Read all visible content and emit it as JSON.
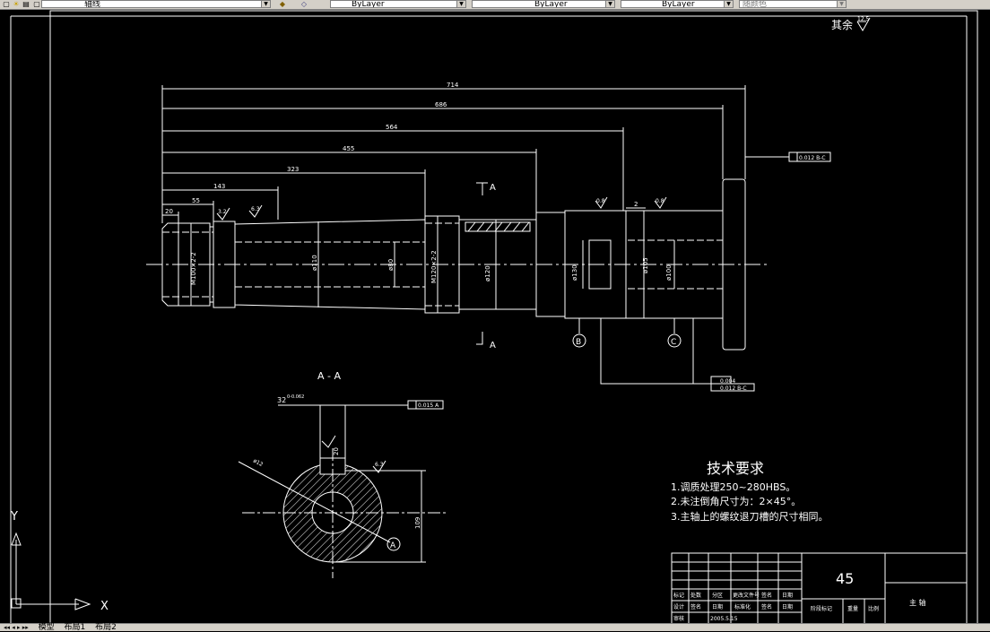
{
  "toolbar": {
    "layer_value": "轴线",
    "color_value": "ByLayer",
    "linetype_value": "ByLayer",
    "lineweight_value": "ByLayer",
    "plotstyle_value": "随颜色"
  },
  "drawing": {
    "surface_note": "其余",
    "surface_value": "12.5",
    "dims_top": [
      "714",
      "686",
      "564",
      "455",
      "323",
      "143",
      "55",
      "20"
    ],
    "roughness": [
      "3.2",
      "6.3",
      "0.8",
      "0.8"
    ],
    "dim_2": "2",
    "diameters": [
      "M100×2-2",
      "ø110",
      "ø80",
      "M120×2-2",
      "ø120",
      "ø130",
      "ø105",
      "ø100"
    ],
    "section_mark": "A",
    "datum_b": "B",
    "datum_c": "C",
    "tol_right_1": "0.012  B-C",
    "tol_bottom_1": "0.004",
    "tol_bottom_2": "0.012  B-C",
    "section_title": "A - A",
    "keyway_dim": "32",
    "keyway_tol": "0-0.062",
    "sym_tol": "0.015  A",
    "dim_20": "20",
    "dim_6_3": "6.3",
    "dim_109": "109",
    "diam_small": "ø12"
  },
  "tech": {
    "title": "技术要求",
    "line1": "1.调质处理250~280HBS。",
    "line2": "2.未注倒角尺寸为：2×45°。",
    "line3": "3.主轴上的螺纹退刀槽的尺寸相同。"
  },
  "titleblock": {
    "material": "45",
    "part_name": "主 轴",
    "row_a": [
      "标记",
      "处数",
      "分区",
      "更改文件号",
      "签名",
      "日期"
    ],
    "row_b": [
      "设计",
      "签名",
      "日期",
      "标准化",
      "签名",
      "日期"
    ],
    "row_c": [
      "审核",
      "",
      "2005.5.15",
      "",
      "",
      ""
    ],
    "stage": "阶段标记",
    "weight": "重量",
    "scale": "比例"
  },
  "ucs": {
    "x": "X",
    "y": "Y"
  },
  "tabs": [
    "模型",
    "布局1",
    "布局2"
  ]
}
